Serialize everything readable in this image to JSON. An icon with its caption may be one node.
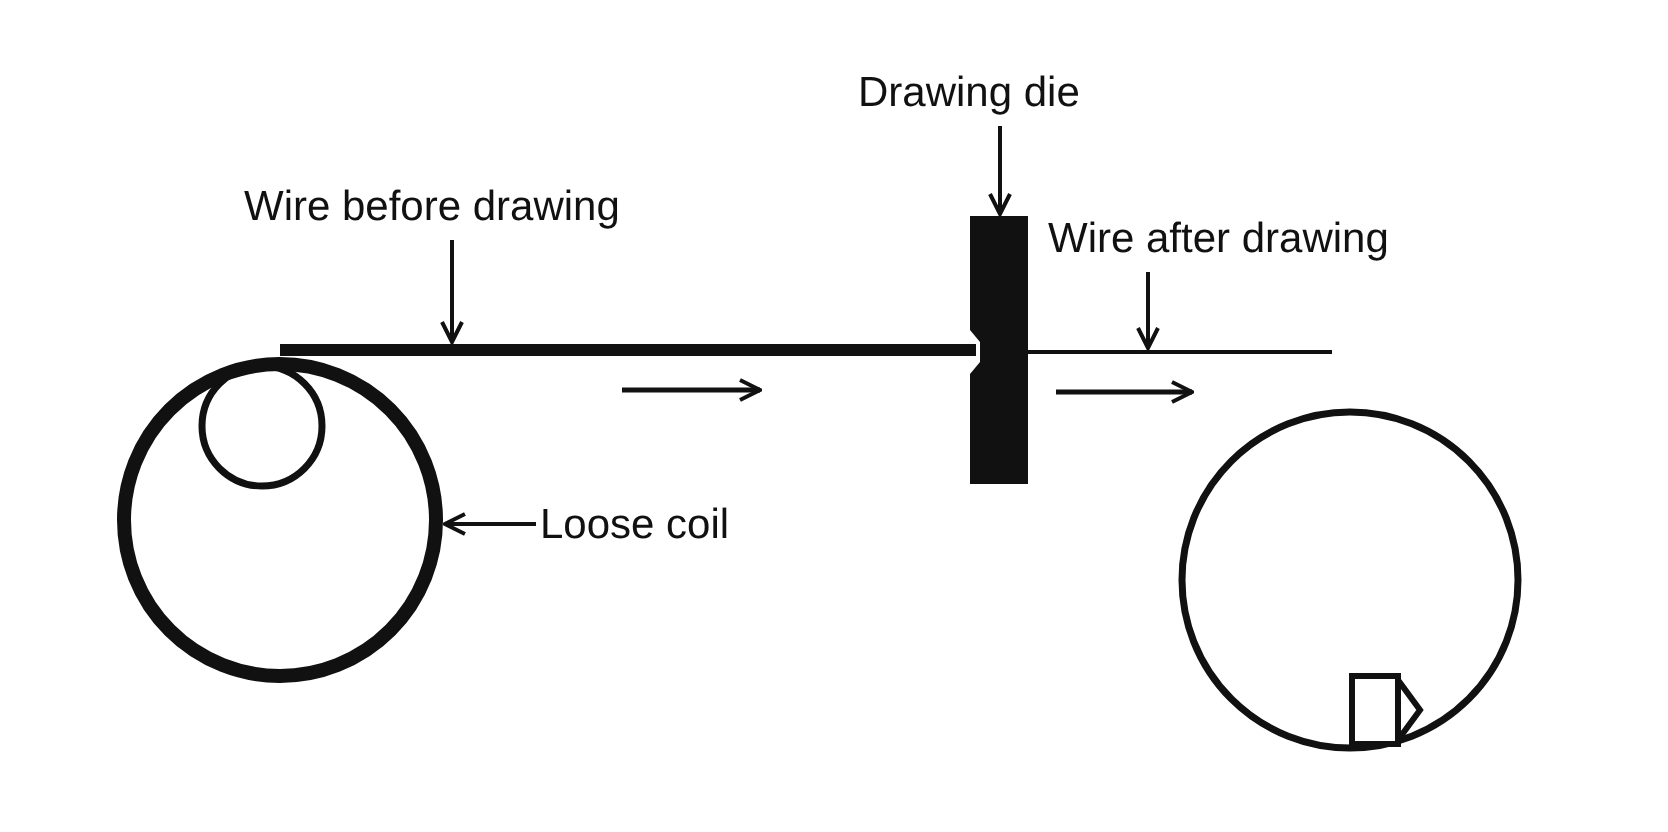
{
  "diagram": {
    "nodes": [
      {
        "text": [
          "Wire before drawing"
        ]
      },
      {
        "text": [],
        "shape": "bar"
      },
      {
        "text": [
          "Drawing die"
        ]
      },
      {
        "text": [],
        "shape": "box"
      },
      {
        "text": [
          "Wire after drawing"
        ]
      },
      {
        "text": [],
        "shape": "bar"
      },
      {
        "text": [
          "Loose coil"
        ]
      },
      {
        "text": [],
        "shape": "circle"
      }
    ],
    "edges": [
      {
        "from": 0,
        "to": 1,
        "arrow": "to"
      },
      {
        "from": 2,
        "to": 3,
        "arrow": "to"
      },
      {
        "from": 4,
        "to": 5,
        "arrow": "to"
      },
      {
        "from": 6,
        "to": 7,
        "arrow": "to"
      }
    ]
  }
}
